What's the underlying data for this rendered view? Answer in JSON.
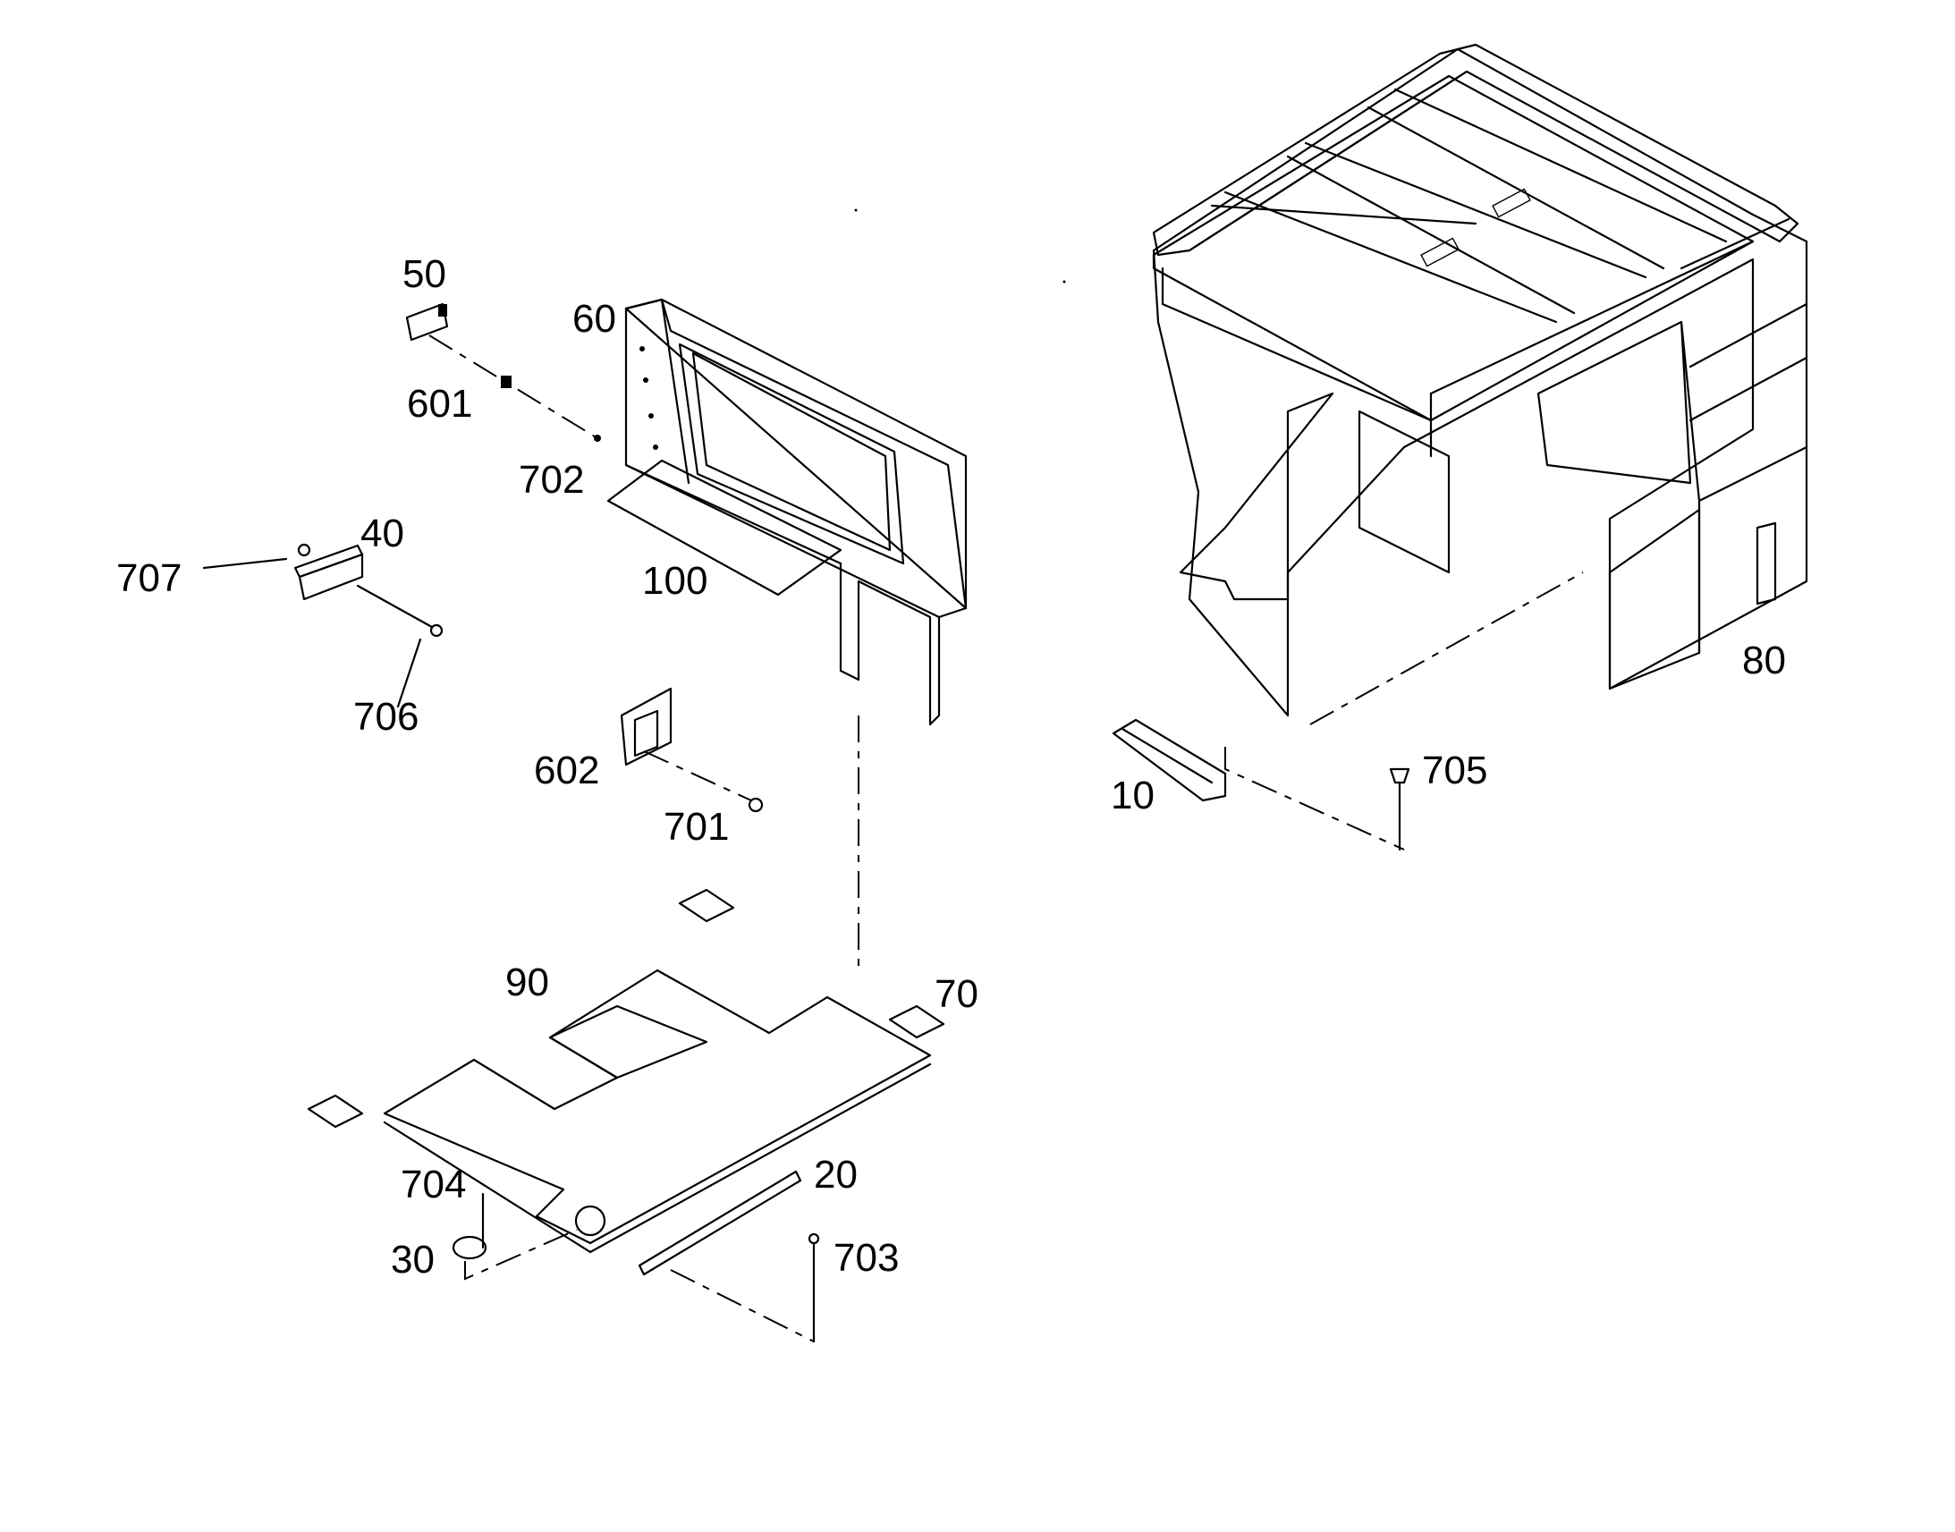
{
  "callouts": [
    {
      "id": "c50",
      "label": "50"
    },
    {
      "id": "c60",
      "label": "60"
    },
    {
      "id": "c601",
      "label": "601"
    },
    {
      "id": "c702",
      "label": "702"
    },
    {
      "id": "c40",
      "label": "40"
    },
    {
      "id": "c707",
      "label": "707"
    },
    {
      "id": "c100",
      "label": "100"
    },
    {
      "id": "c706",
      "label": "706"
    },
    {
      "id": "c602",
      "label": "602"
    },
    {
      "id": "c701",
      "label": "701"
    },
    {
      "id": "c80",
      "label": "80"
    },
    {
      "id": "c10",
      "label": "10"
    },
    {
      "id": "c705",
      "label": "705"
    },
    {
      "id": "c90",
      "label": "90"
    },
    {
      "id": "c70",
      "label": "70"
    },
    {
      "id": "c20",
      "label": "20"
    },
    {
      "id": "c704",
      "label": "704"
    },
    {
      "id": "c30",
      "label": "30"
    },
    {
      "id": "c703",
      "label": "703"
    }
  ]
}
